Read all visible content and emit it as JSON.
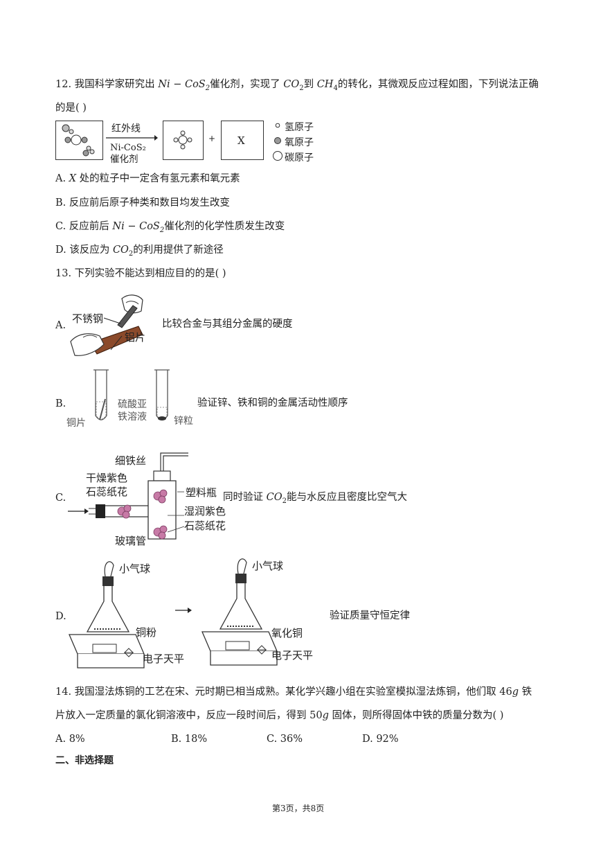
{
  "q12": {
    "num": "12.",
    "stem": {
      "a": " 我国科学家研究出 ",
      "ni": "Ni",
      "minus": " − ",
      "cos": "CoS",
      "cos_sub": "2",
      "b": "催化剂，实现了 ",
      "co": "CO",
      "co_sub": "2",
      "c": "到 ",
      "ch": "CH",
      "ch_sub": "4",
      "d": "的转化，其微观反应过程如图，下列说法正确",
      "line2": "的是(     )"
    },
    "diagram": {
      "arrow_top": "红外线",
      "arrow_bottom1": "Ni-CoS₂",
      "arrow_bottom2": "催化剂",
      "plus": "+",
      "x_box": "X",
      "legend": [
        "氢原子",
        "氧原子",
        "碳原子"
      ]
    },
    "options": {
      "A": {
        "a": "A. ",
        "x": "X",
        "b": " 处的粒子中一定含有氢元素和氧元素"
      },
      "B": "B. 反应前后原子种类和数目均发生改变",
      "C": {
        "a": "C. 反应前后 ",
        "ni": "Ni",
        "minus": " − ",
        "cos": "CoS",
        "cos_sub": "2",
        "b": "催化剂的化学性质发生改变"
      },
      "D": {
        "a": "D. 该反应为 ",
        "co": "CO",
        "co_sub": "2",
        "b": "的利用提供了新途径"
      }
    }
  },
  "q13": {
    "stem": "13. 下列实验不能达到相应目的的是(     )",
    "A": {
      "letter": "A.",
      "label_top": "不锈钢",
      "label_bottom": "铝片",
      "desc": "比较合金与其组分金属的硬度"
    },
    "B": {
      "letter": "B.",
      "label_cu": "铜片",
      "label_sol1": "硫酸亚",
      "label_sol2": "铁溶液",
      "label_zn": "锌粒",
      "desc": "验证锌、铁和铜的金属活动性顺序"
    },
    "C": {
      "letter": "C.",
      "label_wire": "细铁丝",
      "label_dry1": "干燥紫色",
      "label_dry2": "石蕊纸花",
      "label_bottle": "塑料瓶",
      "label_wet1": "湿润紫色",
      "label_wet2": "石蕊纸花",
      "label_tube": "玻璃管",
      "desc_a": "同时验证 ",
      "desc_co": "CO",
      "desc_sub": "2",
      "desc_b": "能与水反应且密度比空气大"
    },
    "D": {
      "letter": "D.",
      "balloon1": "小气球",
      "powder": "铜粉",
      "balance1": "电子天平",
      "balloon2": "小气球",
      "oxide": "氧化铜",
      "balance2": "电子天平",
      "desc": "验证质量守恒定律"
    }
  },
  "q14": {
    "line1_a": "14. 我国湿法炼铜的工艺在宋、元时期已相当成熟。某化学兴趣小组在实验室模拟湿法炼铜，他们取 ",
    "line1_m": "46",
    "line1_g": "g",
    "line1_b": " 铁",
    "line2_a": "片放入一定质量的氯化铜溶液中，反应一段时间后，得到 ",
    "line2_m": "50",
    "line2_g": "g",
    "line2_b": " 固体，则所得固体中铁的质量分数为(     )",
    "options": [
      "A. 8%",
      "B. 18%",
      "C. 36%",
      "D. 92%"
    ]
  },
  "section": "二、非选择题",
  "footer": "第3页，共8页",
  "colors": {
    "flower": "#c77aa6",
    "flower_dark": "#7a3a60",
    "copper": "#8b4a2b"
  }
}
